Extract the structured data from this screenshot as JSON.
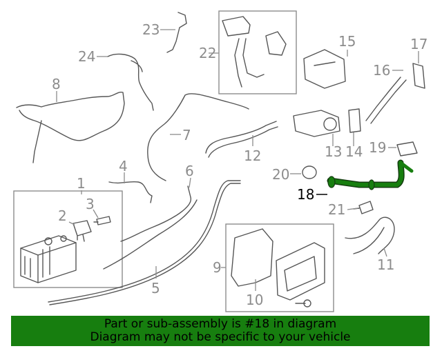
{
  "diagram": {
    "callouts": [
      {
        "id": "1",
        "label": "1"
      },
      {
        "id": "2",
        "label": "2"
      },
      {
        "id": "3",
        "label": "3"
      },
      {
        "id": "4",
        "label": "4"
      },
      {
        "id": "5",
        "label": "5"
      },
      {
        "id": "6",
        "label": "6"
      },
      {
        "id": "7",
        "label": "7"
      },
      {
        "id": "8",
        "label": "8"
      },
      {
        "id": "9",
        "label": "9"
      },
      {
        "id": "10",
        "label": "10"
      },
      {
        "id": "11",
        "label": "11"
      },
      {
        "id": "12",
        "label": "12"
      },
      {
        "id": "13",
        "label": "13"
      },
      {
        "id": "14",
        "label": "14"
      },
      {
        "id": "15",
        "label": "15"
      },
      {
        "id": "16",
        "label": "16"
      },
      {
        "id": "17",
        "label": "17"
      },
      {
        "id": "18",
        "label": "18"
      },
      {
        "id": "19",
        "label": "19"
      },
      {
        "id": "20",
        "label": "20"
      },
      {
        "id": "21",
        "label": "21"
      },
      {
        "id": "22",
        "label": "22"
      },
      {
        "id": "23",
        "label": "23"
      },
      {
        "id": "24",
        "label": "24"
      }
    ],
    "highlighted_part": "18",
    "highlight_color": "#177e0f"
  },
  "banner": {
    "line1": "Part or sub-assembly is #18 in diagram",
    "line2": "Diagram may not be specific to your vehicle",
    "background": "#177e0f"
  }
}
